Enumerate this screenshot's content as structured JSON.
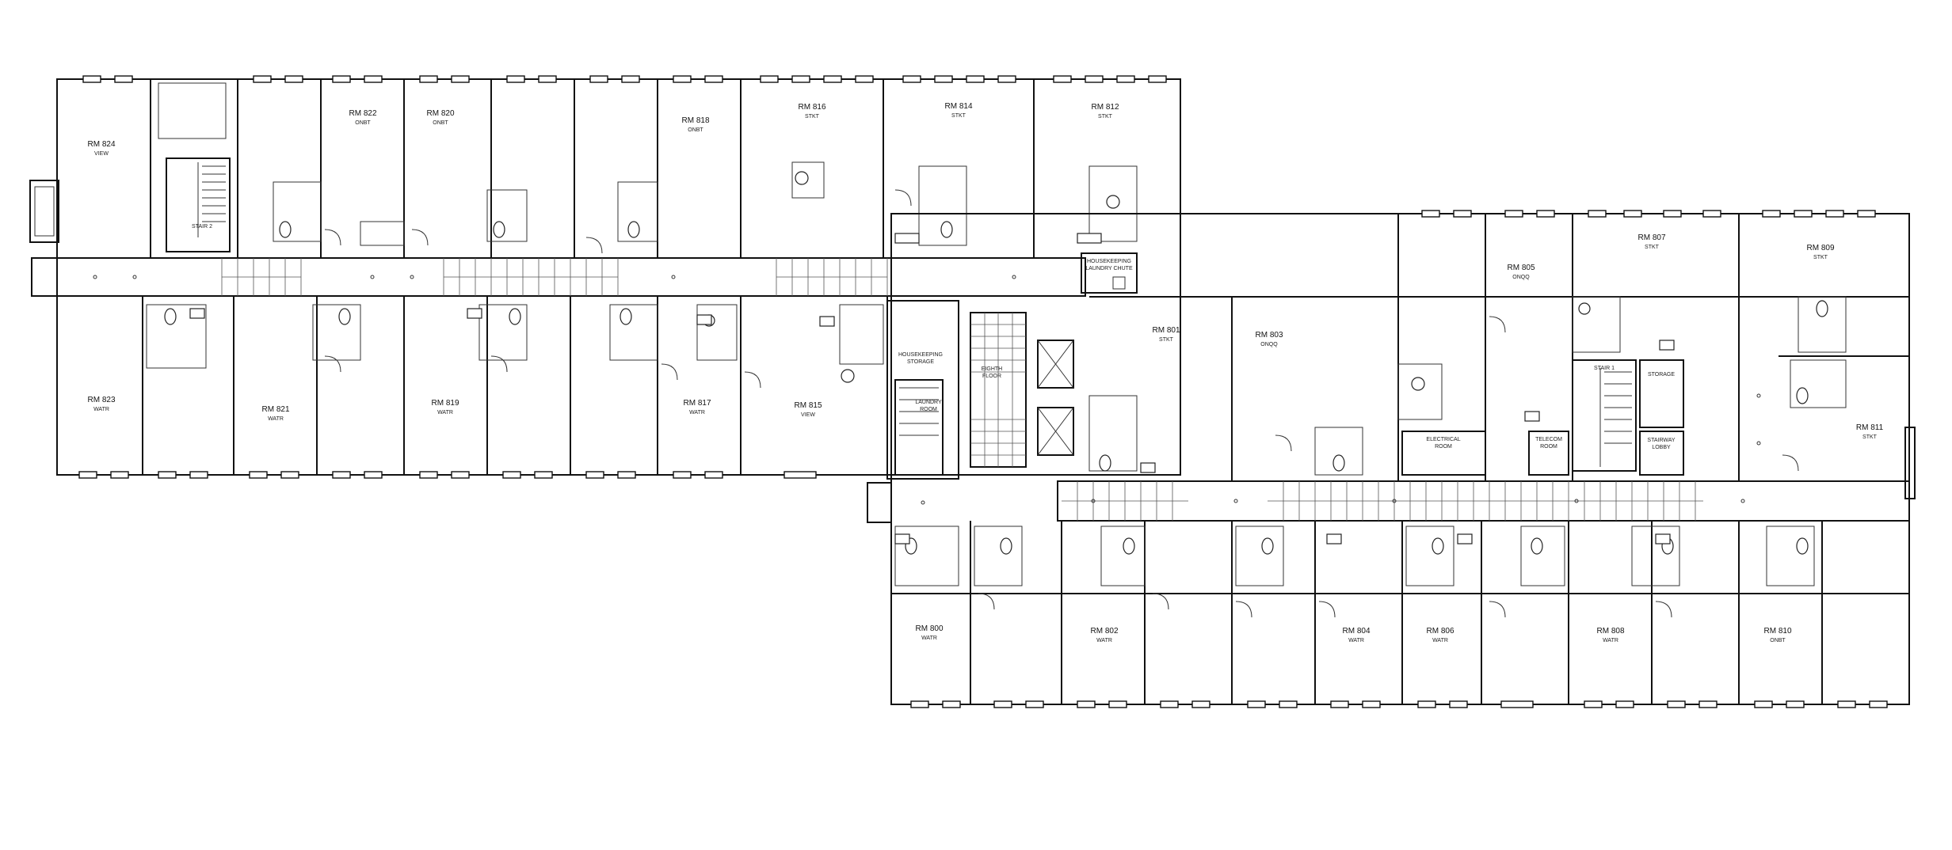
{
  "rooms": {
    "rm824": {
      "name": "RM 824",
      "code": "VIEW"
    },
    "rm822": {
      "name": "RM 822",
      "code": "ONBT"
    },
    "rm820": {
      "name": "RM 820",
      "code": "ONBT"
    },
    "rm818": {
      "name": "RM 818",
      "code": "ONBT"
    },
    "rm816": {
      "name": "RM 816",
      "code": "STKT"
    },
    "rm814": {
      "name": "RM 814",
      "code": "STKT"
    },
    "rm812": {
      "name": "RM 812",
      "code": "STKT"
    },
    "rm823": {
      "name": "RM 823",
      "code": "WATR"
    },
    "rm821": {
      "name": "RM 821",
      "code": "WATR"
    },
    "rm819": {
      "name": "RM 819",
      "code": "WATR"
    },
    "rm817": {
      "name": "RM 817",
      "code": "WATR"
    },
    "rm815": {
      "name": "RM 815",
      "code": "VIEW"
    },
    "rm801": {
      "name": "RM 801",
      "code": "STKT"
    },
    "rm803": {
      "name": "RM 803",
      "code": "ONQQ"
    },
    "rm805": {
      "name": "RM 805",
      "code": "ONQQ"
    },
    "rm807": {
      "name": "RM 807",
      "code": "STKT"
    },
    "rm809": {
      "name": "RM 809",
      "code": "STKT"
    },
    "rm811": {
      "name": "RM 811",
      "code": "STKT"
    },
    "rm800": {
      "name": "RM 800",
      "code": "WATR"
    },
    "rm802": {
      "name": "RM 802",
      "code": "WATR"
    },
    "rm804": {
      "name": "RM 804",
      "code": "WATR"
    },
    "rm806": {
      "name": "RM 806",
      "code": "WATR"
    },
    "rm808": {
      "name": "RM 808",
      "code": "WATR"
    },
    "rm810": {
      "name": "RM 810",
      "code": "ONBT"
    }
  },
  "spaces": {
    "stair2": "STAIR 2",
    "stair1": "STAIR 1",
    "storage": "STORAGE",
    "stairway_lobby_1": "STAIRWAY",
    "stairway_lobby_2": "LOBBY",
    "housekeeping_storage_1": "HOUSEKEEPING",
    "housekeeping_storage_2": "STORAGE",
    "laundry_room_1": "LAUNDRY",
    "laundry_room_2": "ROOM",
    "eighth_floor_1": "EIGHTH",
    "eighth_floor_2": "FLOOR",
    "laundry_chute_1": "HOUSEKEEPING",
    "laundry_chute_2": "LAUNDRY CHUTE",
    "electrical_1": "ELECTRICAL",
    "electrical_2": "ROOM",
    "telecom_1": "TELECOM",
    "telecom_2": "ROOM"
  }
}
